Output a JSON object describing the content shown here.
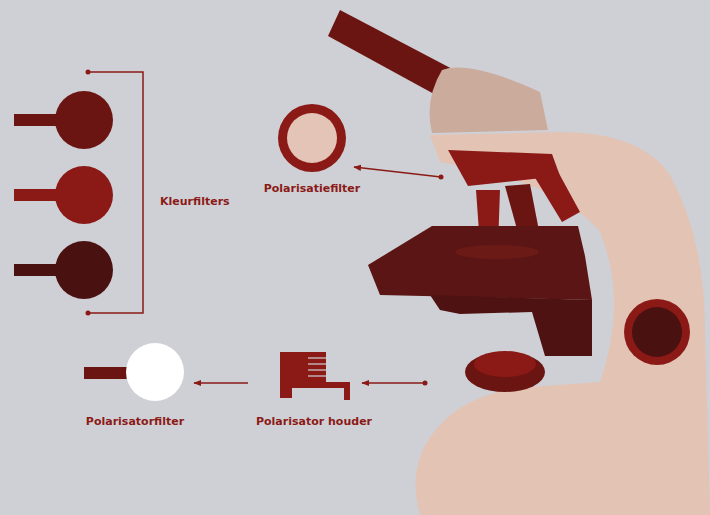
{
  "diagram": {
    "nodes": [
      {
        "text": [
          "Polarisatiefilter"
        ]
      },
      {
        "text": [
          "Polarisatorfilter"
        ]
      },
      {
        "text": [
          "Polarisator houder"
        ]
      }
    ],
    "edges": [
      {
        "from": 2,
        "to": 1,
        "arrow": "to"
      }
    ],
    "labels": [
      "Kleurfilters"
    ]
  }
}
